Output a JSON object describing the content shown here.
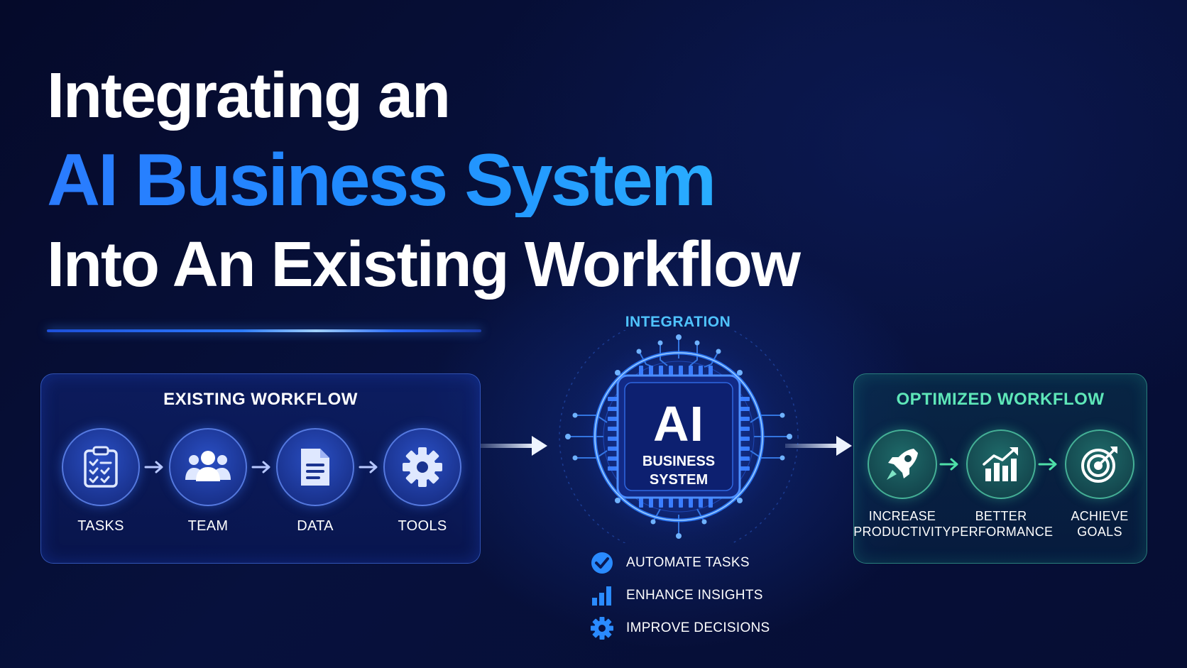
{
  "title": {
    "line1": "Integrating an",
    "line2": "AI Business System",
    "line3": "Into An Existing Workflow"
  },
  "existing_workflow": {
    "title": "EXISTING WORKFLOW",
    "steps": [
      {
        "label": "TASKS",
        "icon": "clipboard-checklist-icon"
      },
      {
        "label": "TEAM",
        "icon": "team-icon"
      },
      {
        "label": "DATA",
        "icon": "document-icon"
      },
      {
        "label": "TOOLS",
        "icon": "gear-icon"
      }
    ]
  },
  "center": {
    "integration_label": "INTEGRATION",
    "chip_title": "AI",
    "chip_subtitle_line1": "BUSINESS",
    "chip_subtitle_line2": "SYSTEM",
    "benefits": [
      {
        "label": "AUTOMATE TASKS",
        "icon": "check-circle-icon"
      },
      {
        "label": "ENHANCE INSIGHTS",
        "icon": "bar-chart-icon"
      },
      {
        "label": "IMPROVE DECISIONS",
        "icon": "gear-icon"
      }
    ]
  },
  "optimized_workflow": {
    "title": "OPTIMIZED WORKFLOW",
    "steps": [
      {
        "line1": "INCREASE",
        "line2": "PRODUCTIVITY",
        "icon": "rocket-icon"
      },
      {
        "line1": "BETTER",
        "line2": "PERFORMANCE",
        "icon": "growth-chart-icon"
      },
      {
        "line1": "ACHIEVE",
        "line2": "GOALS",
        "icon": "target-icon"
      }
    ]
  },
  "colors": {
    "accent_blue": "#2a7bff",
    "accent_cyan": "#4fc3ff",
    "accent_green": "#5ee6b8",
    "background": "#060d33"
  }
}
